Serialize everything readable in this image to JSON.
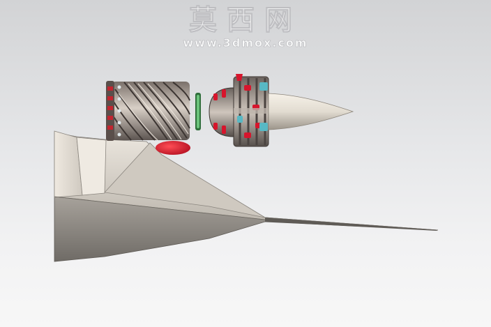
{
  "watermark": {
    "title": "莫西网",
    "url": "www.3dmox.com"
  },
  "colors": {
    "background_top": "#d2d3d5",
    "background_bottom": "#f7f7f7",
    "hull_light": "#e9e4dc",
    "hull_dark": "#8f8b86",
    "accent_red": "#d7152c",
    "accent_green": "#3c8c4a",
    "accent_cyan": "#58b8c4",
    "metal_dark": "#4a4340"
  },
  "icons": [
    "intake-cowl",
    "compressor-drum",
    "engine-core",
    "exhaust-cone",
    "red-fairing"
  ]
}
